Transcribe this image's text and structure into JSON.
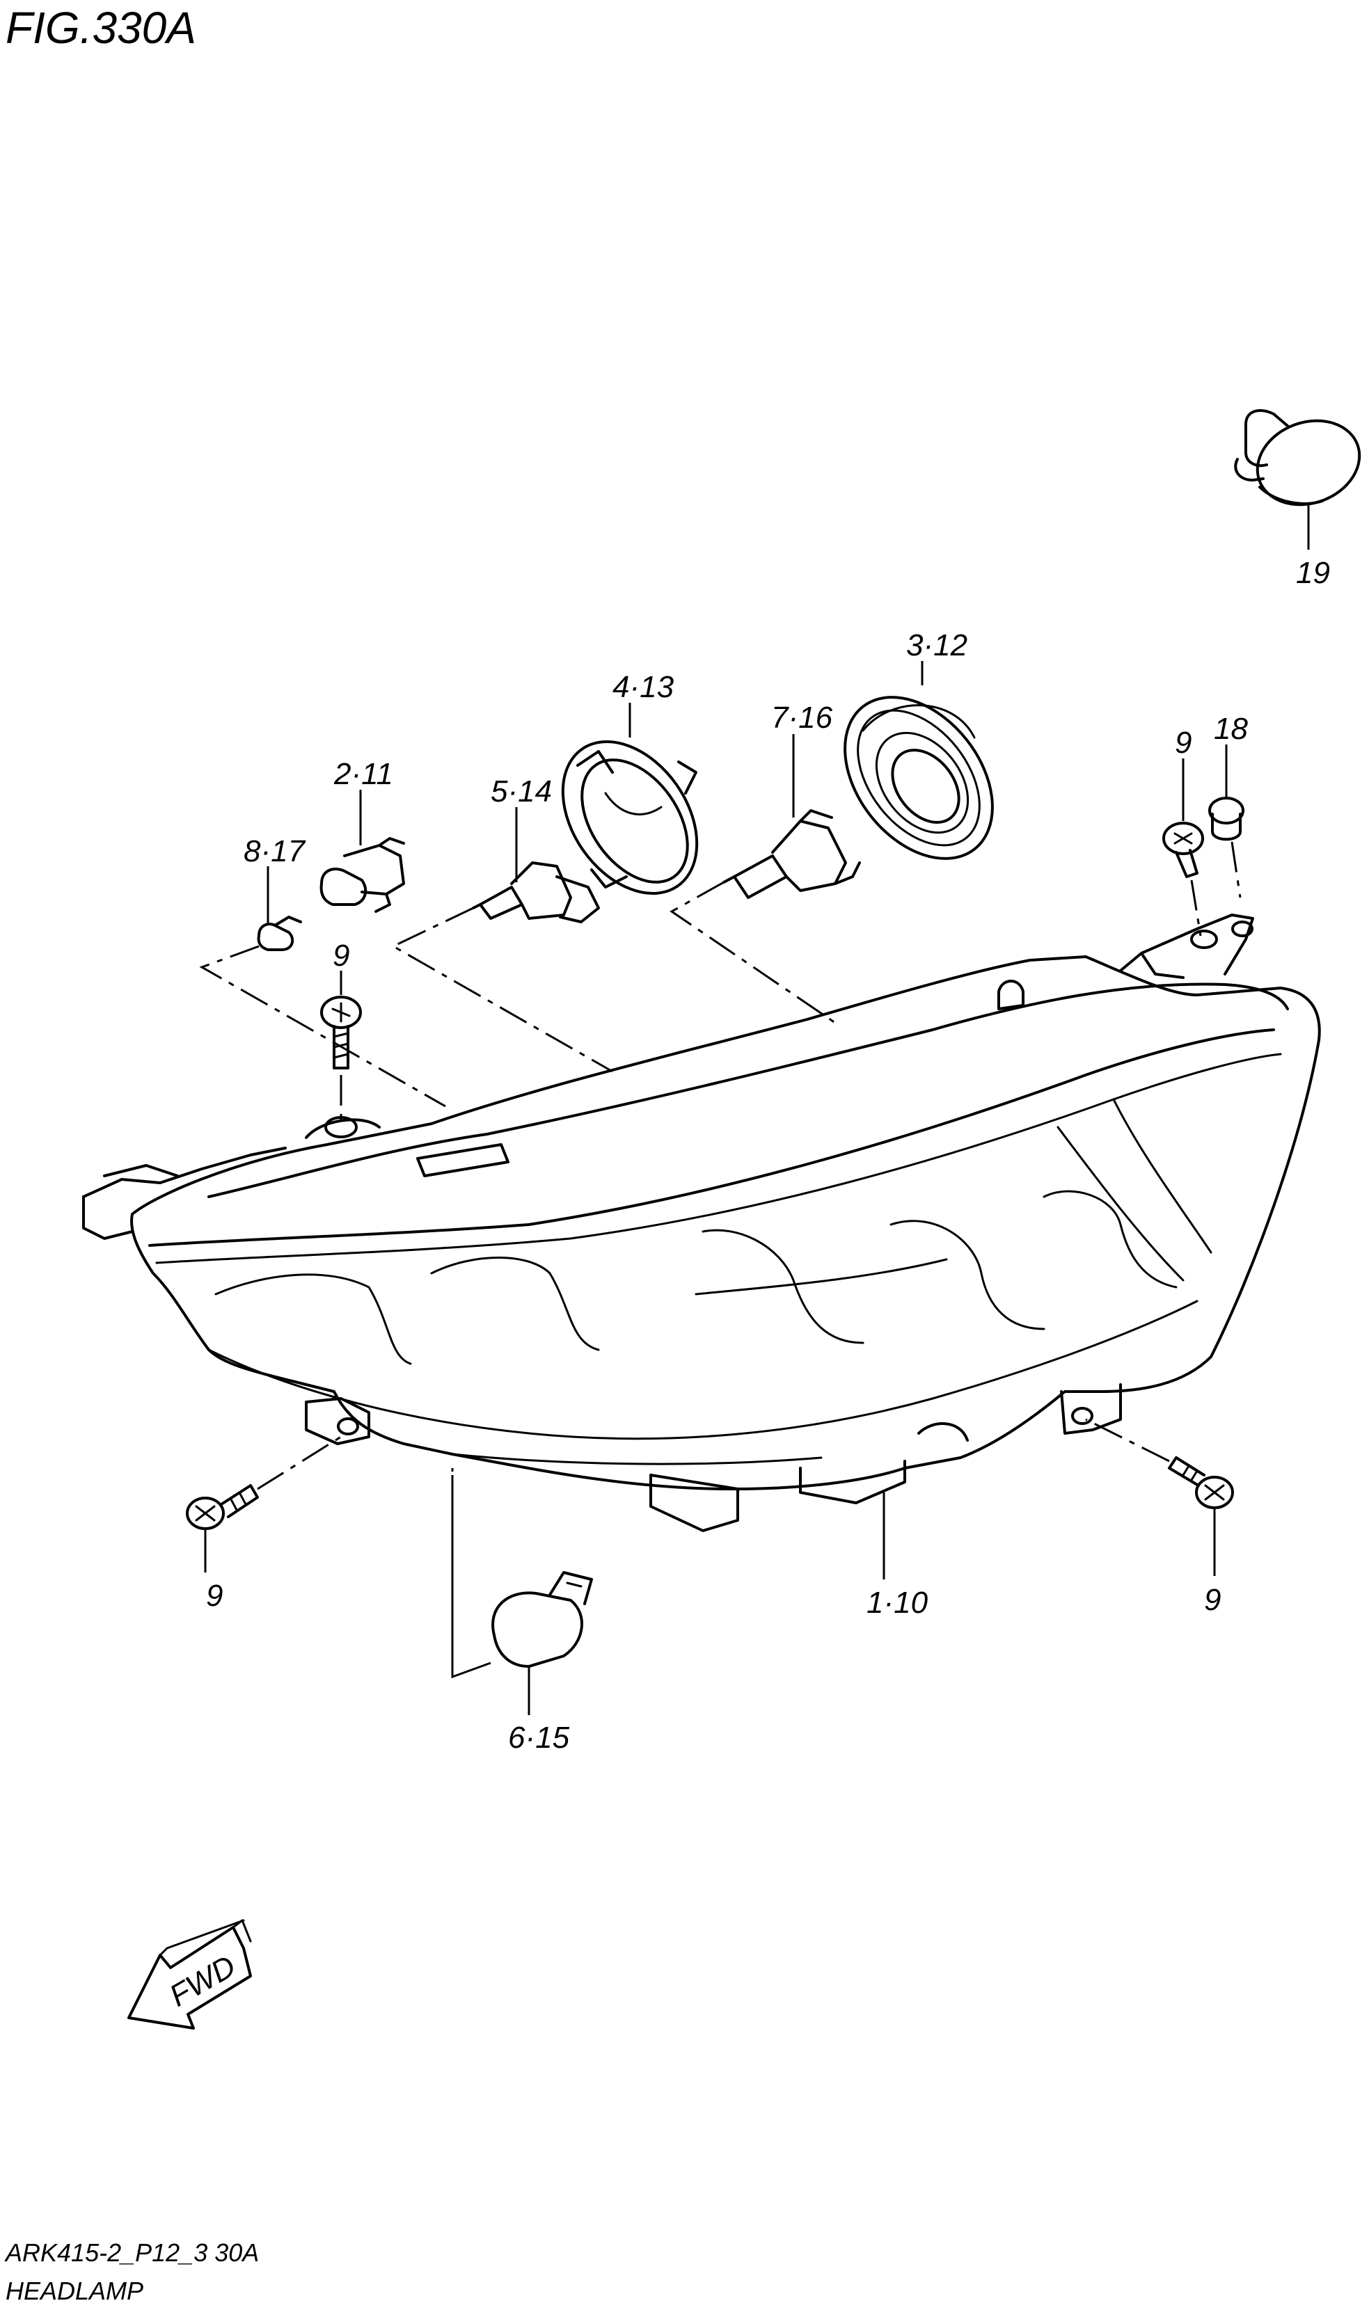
{
  "figure": {
    "title": "FIG.330A",
    "code": "ARK415-2_P12_3 30A",
    "caption": "HEADLAMP"
  },
  "direction_arrow": {
    "label": "FWD"
  },
  "callouts": [
    {
      "id": "c19",
      "text": "19"
    },
    {
      "id": "c3_12",
      "text": "3·12"
    },
    {
      "id": "c4_13",
      "text": "4·13"
    },
    {
      "id": "c7_16",
      "text": "7·16"
    },
    {
      "id": "c2_11",
      "text": "2·11"
    },
    {
      "id": "c5_14",
      "text": "5·14"
    },
    {
      "id": "c8_17",
      "text": "8·17"
    },
    {
      "id": "c9_top",
      "text": "9"
    },
    {
      "id": "c9_right_top",
      "text": "9"
    },
    {
      "id": "c18",
      "text": "18"
    },
    {
      "id": "c9_left",
      "text": "9"
    },
    {
      "id": "c9_right",
      "text": "9"
    },
    {
      "id": "c1_10",
      "text": "1·10"
    },
    {
      "id": "c6_15",
      "text": "6·15"
    }
  ]
}
